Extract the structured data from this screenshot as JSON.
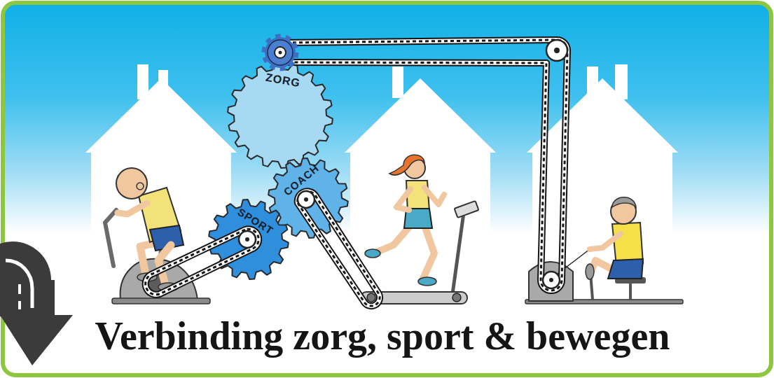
{
  "diagram": {
    "title": "Verbinding zorg, sport & bewegen",
    "nodes": [
      {
        "text": [
          "ZORG"
        ]
      },
      {
        "text": [
          "COACH"
        ]
      },
      {
        "text": [
          "SPORT"
        ]
      }
    ]
  }
}
